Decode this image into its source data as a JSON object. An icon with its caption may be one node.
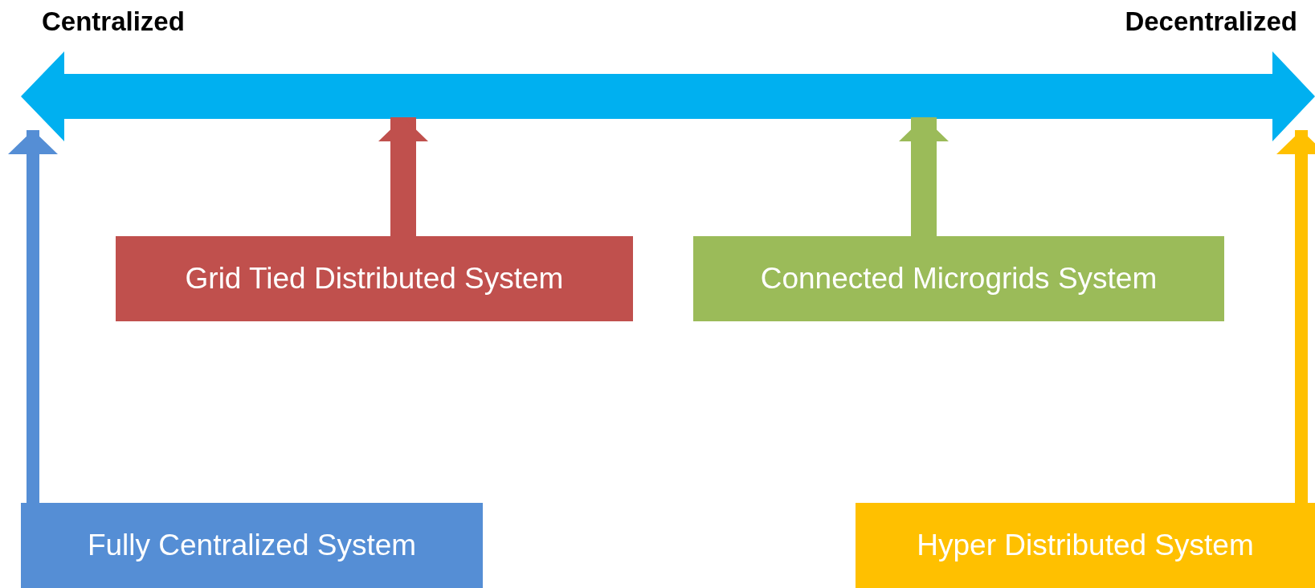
{
  "diagram": {
    "nodes": [
      {
        "text": [
          "Grid Tied Distributed System"
        ]
      },
      {
        "text": [
          "Connected Microgrids System"
        ]
      },
      {
        "text": [
          "Fully Centralized System"
        ]
      },
      {
        "text": [
          "Hyper Distributed System"
        ]
      }
    ],
    "edges": [
      {
        "from": 2,
        "to": null,
        "arrow": "to",
        "color": "#558ed5"
      },
      {
        "from": 0,
        "to": null,
        "arrow": "to",
        "style": "thick",
        "color": "#c0504d"
      },
      {
        "from": 1,
        "to": null,
        "arrow": "to",
        "style": "thick",
        "color": "#9bbb59"
      },
      {
        "from": 3,
        "to": null,
        "arrow": "to",
        "color": "#ffc000"
      }
    ],
    "labels": [
      "Centralized",
      "Decentralized"
    ]
  }
}
